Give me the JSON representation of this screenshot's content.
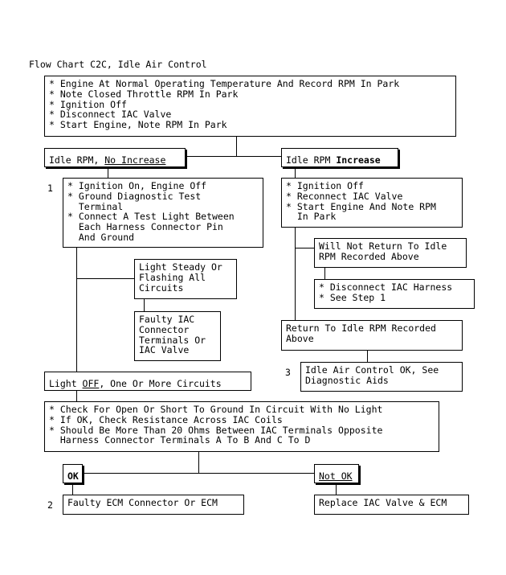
{
  "title": "Flow Chart C2C, Idle Air Control",
  "top_box": [
    "* Engine At Normal Operating Temperature And Record RPM In Park",
    "* Note Closed Throttle RPM In Park",
    "* Ignition Off",
    "* Disconnect IAC Valve",
    "* Start Engine, Note RPM In Park"
  ],
  "left_branch": {
    "prefix": "Idle RPM, ",
    "emph": "No Increase"
  },
  "right_branch": {
    "prefix": "Idle RPM ",
    "emph": "Increase"
  },
  "step1_num": "1",
  "step1_box": [
    "* Ignition On, Engine Off",
    "* Ground Diagnostic Test",
    "  Terminal",
    "* Connect A Test Light Between",
    "  Each Harness Connector Pin",
    "  And Ground"
  ],
  "light_steady": [
    "Light Steady Or",
    "Flashing All",
    "Circuits"
  ],
  "faulty_iac": [
    "Faulty IAC",
    "Connector",
    "Terminals Or",
    "IAC Valve"
  ],
  "light_off": {
    "prefix": "Light ",
    "emph": "OFF",
    "suffix": ", One Or More Circuits"
  },
  "right_step_box": [
    "* Ignition Off",
    "* Reconnect IAC Valve",
    "* Start Engine And Note RPM",
    "  In Park"
  ],
  "will_not_return": [
    "Will Not Return To Idle",
    "RPM Recorded Above"
  ],
  "disconnect_harness": [
    "* Disconnect IAC Harness",
    "* See Step 1"
  ],
  "return_to_idle": [
    "Return To Idle RPM Recorded",
    "Above"
  ],
  "step3_num": "3",
  "iac_ok": [
    "Idle Air Control OK, See",
    "Diagnostic Aids"
  ],
  "check_box": [
    "* Check For Open Or Short To Ground In Circuit With No Light",
    "* If OK, Check Resistance Across IAC Coils",
    "* Should Be More Than 20 Ohms Between IAC Terminals Opposite",
    "  Harness Connector Terminals A To B And C To D"
  ],
  "ok_label": "OK",
  "not_ok_label": "Not OK",
  "step2_num": "2",
  "faulty_ecm": "Faulty ECM Connector Or ECM",
  "replace_iac": "Replace IAC Valve & ECM"
}
